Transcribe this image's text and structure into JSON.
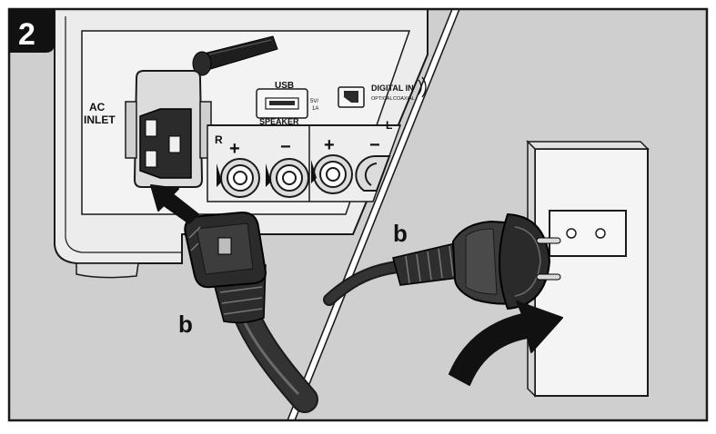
{
  "step_number": "2",
  "device_labels": {
    "ac_inlet_line1": "AC",
    "ac_inlet_line2": "INLET",
    "usb": "USB",
    "usb_rating_line1": "5V/",
    "usb_rating_line2": "1A",
    "digital_in": "DIGITAL IN",
    "optical": "OPTICAL",
    "coaxial": "COAXIAL",
    "speaker": "SPEAKER",
    "channel_r": "R",
    "channel_l": "L",
    "plus": "+",
    "minus": "−"
  },
  "callout_left": "b",
  "callout_right": "b",
  "colors": {
    "panel_bg": "#cfcfcf",
    "frame": "#1a1a1a",
    "device_body": "#e9e9e9",
    "cable": "#2b2b2b",
    "arrow": "#111111"
  }
}
